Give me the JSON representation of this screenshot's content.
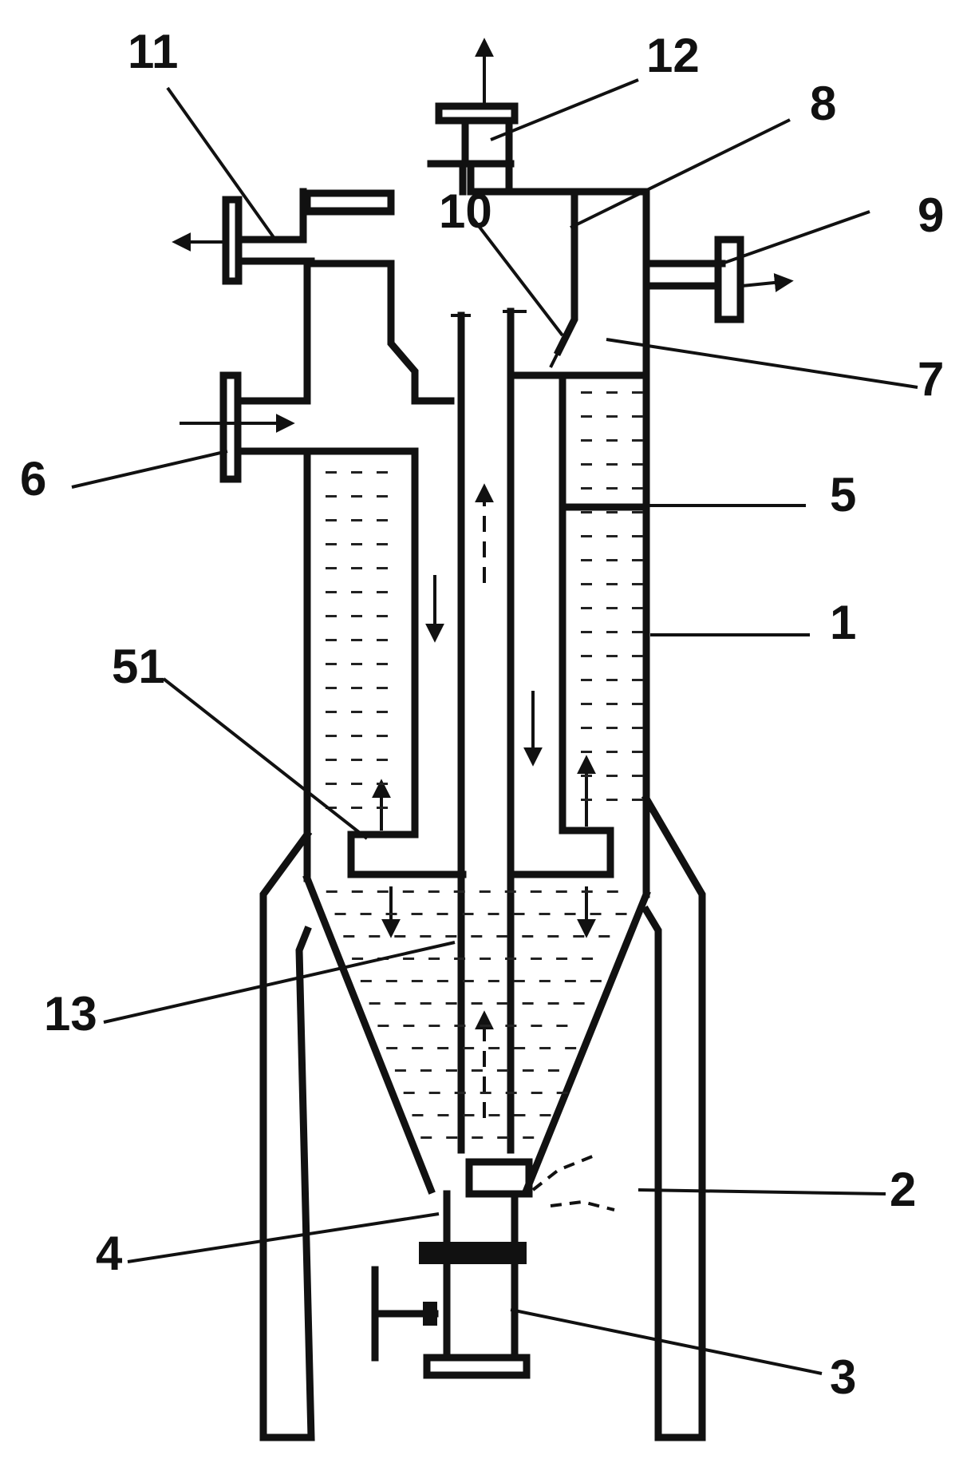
{
  "diagram": {
    "labels": {
      "l1": "1",
      "l2": "2",
      "l3": "3",
      "l4": "4",
      "l5": "5",
      "l51": "51",
      "l6": "6",
      "l7": "7",
      "l8": "8",
      "l9": "9",
      "l10": "10",
      "l11": "11",
      "l12": "12",
      "l13": "13"
    }
  },
  "colors": {
    "ink": "#111111",
    "background": "#ffffff"
  }
}
